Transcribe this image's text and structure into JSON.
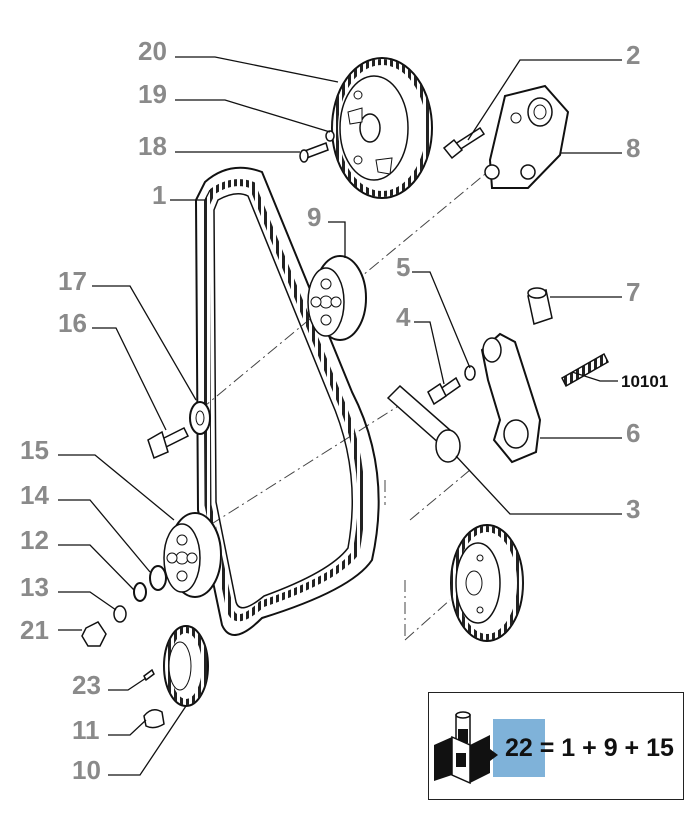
{
  "callouts": [
    {
      "id": "c20",
      "label": "20"
    },
    {
      "id": "c19",
      "label": "19"
    },
    {
      "id": "c18",
      "label": "18"
    },
    {
      "id": "c1",
      "label": "1"
    },
    {
      "id": "c2",
      "label": "2"
    },
    {
      "id": "c8",
      "label": "8"
    },
    {
      "id": "c9",
      "label": "9"
    },
    {
      "id": "c5",
      "label": "5"
    },
    {
      "id": "c7",
      "label": "7"
    },
    {
      "id": "c4",
      "label": "4"
    },
    {
      "id": "c10101",
      "label": "10101"
    },
    {
      "id": "c17",
      "label": "17"
    },
    {
      "id": "c16",
      "label": "16"
    },
    {
      "id": "c6",
      "label": "6"
    },
    {
      "id": "c15",
      "label": "15"
    },
    {
      "id": "c3",
      "label": "3"
    },
    {
      "id": "c14",
      "label": "14"
    },
    {
      "id": "c12",
      "label": "12"
    },
    {
      "id": "c13",
      "label": "13"
    },
    {
      "id": "c21",
      "label": "21"
    },
    {
      "id": "c23",
      "label": "23"
    },
    {
      "id": "c11",
      "label": "11"
    },
    {
      "id": "c10",
      "label": "10"
    }
  ],
  "kit": {
    "number": "22",
    "formula": "= 1 + 9 + 15",
    "icon": "kit-box-icon"
  },
  "colors": {
    "callout_gray": "#8a8a8a",
    "highlight": "#7fb2d9",
    "line": "#111111"
  }
}
